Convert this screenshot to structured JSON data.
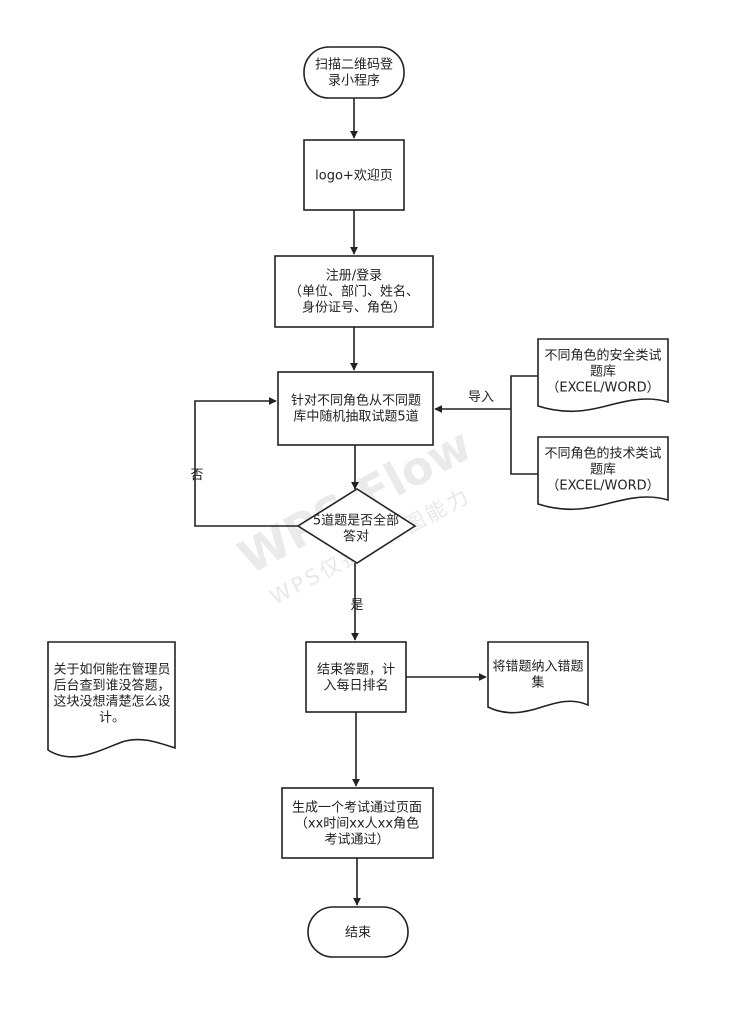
{
  "watermark": {
    "logo": "WPS Flow",
    "tagline": "WPS仅提供作图能力"
  },
  "nodes": {
    "start": [
      "扫描二维码登",
      "录小程序"
    ],
    "welcome": [
      "logo+欢迎页"
    ],
    "register": [
      "注册/登录",
      "（单位、部门、姓名、",
      "身份证号、角色）"
    ],
    "draw": [
      "针对不同角色从不同题",
      "库中随机抽取试题5道"
    ],
    "bank_safety": [
      "不同角色的安全类试",
      "题库",
      "（EXCEL/WORD）"
    ],
    "bank_tech": [
      "不同角色的技术类试",
      "题库",
      "（EXCEL/WORD）"
    ],
    "decision": [
      "5道题是否全部",
      "答对"
    ],
    "finish": [
      "结束答题，计",
      "入每日排名"
    ],
    "wrong": [
      "将错题纳入错题",
      "集"
    ],
    "note": [
      "关于如何能在管理员",
      "后台查到谁没答题，",
      "这块没想清楚怎么设",
      "计。"
    ],
    "pass": [
      "生成一个考试通过页面",
      "（xx时间xx人xx角色",
      "考试通过）"
    ],
    "end": [
      "结束"
    ]
  },
  "edge_labels": {
    "import": "导入",
    "no": "否",
    "yes": "是"
  }
}
